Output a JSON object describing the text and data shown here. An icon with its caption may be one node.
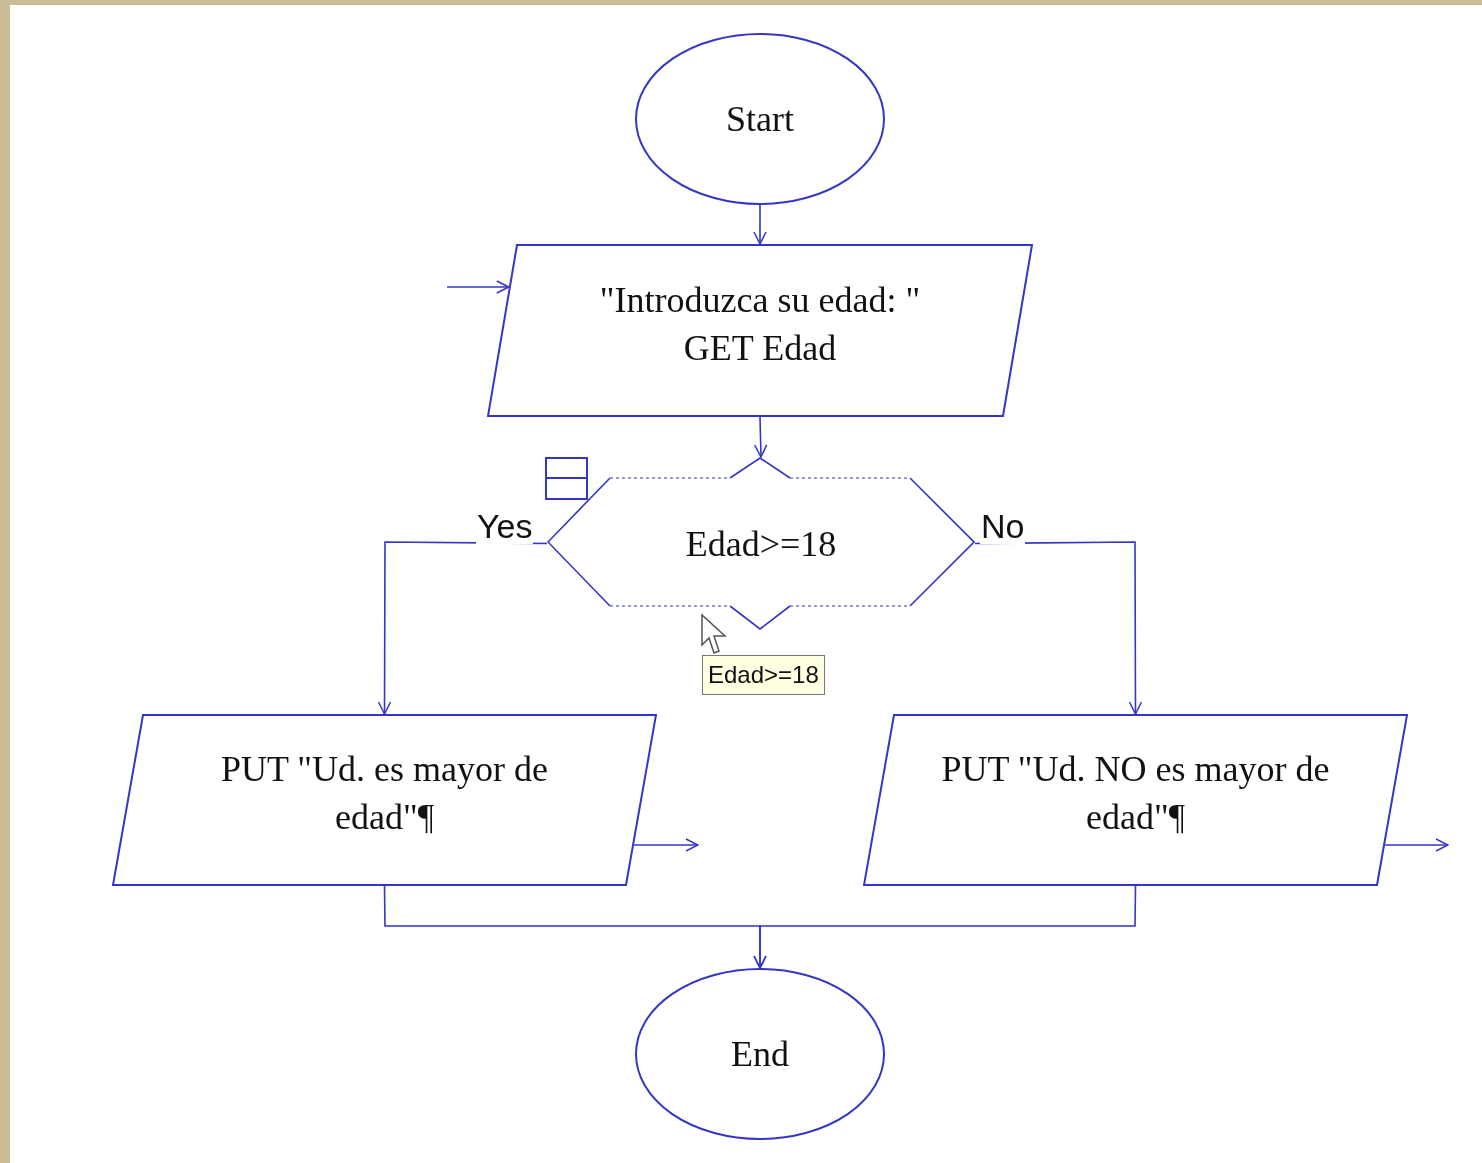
{
  "diagram": {
    "nodes": [
      {
        "text": [
          "Start"
        ]
      },
      {
        "text": [
          "\"Introduzca su edad: \"",
          "GET Edad"
        ]
      },
      {
        "text": [
          "Edad>=18"
        ]
      },
      {
        "text": [
          "PUT \"Ud. es mayor de edad\"¶"
        ]
      },
      {
        "text": [
          "PUT \"Ud. NO es mayor de edad\"¶"
        ]
      },
      {
        "text": [
          "End"
        ]
      }
    ],
    "edges": [
      {
        "from": 0,
        "to": 1,
        "arrow": "to"
      },
      {
        "from": null,
        "to": 1,
        "arrow": "to"
      },
      {
        "from": 1,
        "to": 2,
        "arrow": "to"
      },
      {
        "from": 2,
        "to": 3,
        "arrow": "to",
        "label": "Yes"
      },
      {
        "from": 2,
        "to": 4,
        "arrow": "to",
        "label": "No"
      },
      {
        "from": 3,
        "to": 5,
        "arrow": "to"
      },
      {
        "from": 4,
        "to": 5,
        "arrow": "to"
      },
      {
        "from": 3,
        "to": null,
        "arrow": "to"
      },
      {
        "from": 4,
        "to": null,
        "arrow": "to"
      }
    ],
    "labels": [
      "Edad>=18"
    ]
  }
}
